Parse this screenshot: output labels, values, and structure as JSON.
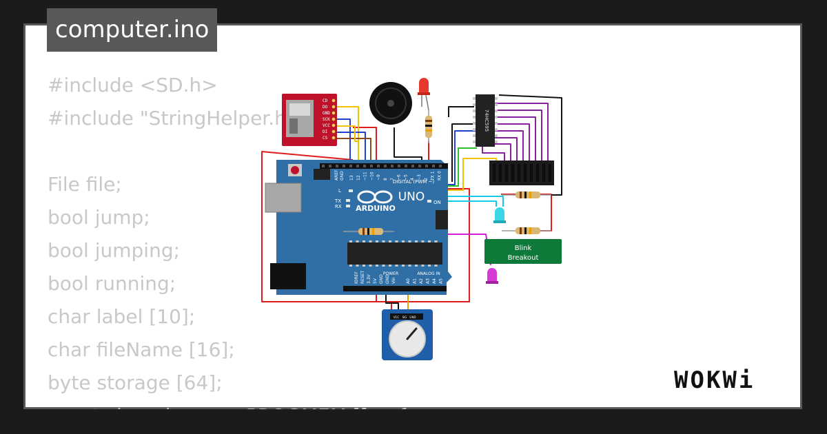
{
  "file_tab": {
    "label": "computer.ino"
  },
  "code_lines": [
    "#include <SD.h>",
    "#include \"StringHelper.h\"",
    "",
    "File file;",
    "bool jump;",
    "bool jumping;",
    "bool running;",
    "char label [10];",
    "char fileName [16];",
    "byte storage [64];",
    "const char charmap PROGMEM [] = {"
  ],
  "board": {
    "brand": "ARDUINO",
    "model": "UNO",
    "header_digital": "DIGITAL (PWM ~)",
    "header_power": "POWER",
    "header_analog": "ANALOG IN",
    "led_on": "ON",
    "led_l": "L",
    "led_tx": "TX",
    "led_rx": "RX",
    "aref": "AREF",
    "gnd": "GND",
    "digital_pins": [
      "13",
      "12",
      "~11",
      "~10",
      "~9",
      "8",
      "7",
      "~6",
      "~5",
      "4",
      "~3",
      "2",
      "TX 1",
      "RX 0"
    ],
    "power_pins": [
      "IOREF",
      "RESET",
      "3.3V",
      "5V",
      "GND",
      "GND",
      "Vin"
    ],
    "analog_pins": [
      "A0",
      "A1",
      "A2",
      "A3",
      "A4",
      "A5"
    ]
  },
  "sd_module": {
    "pins": [
      "CD",
      "DO",
      "GND",
      "SCK",
      "VCC",
      "DI",
      "CS"
    ]
  },
  "shift_register": {
    "label": "74HC595"
  },
  "pot": {
    "pins": [
      "VCC",
      "SIG",
      "GND"
    ]
  },
  "breakout": {
    "line1": "Blink",
    "line2": "Breakout"
  },
  "brand_logo": "WOKWi",
  "colors": {
    "board": "#2f6fa6",
    "sd": "#c0112b",
    "breakout": "#0e7a3a",
    "wire_red": "#e01b1b",
    "wire_purple": "#8a1fa0",
    "wire_black": "#111111",
    "wire_yellow": "#f2c200",
    "wire_blue": "#1f3fd0",
    "wire_brown": "#8b4a1c",
    "wire_cyan": "#18c8e8",
    "wire_green": "#2bc42b",
    "wire_magenta": "#d21bd2"
  }
}
